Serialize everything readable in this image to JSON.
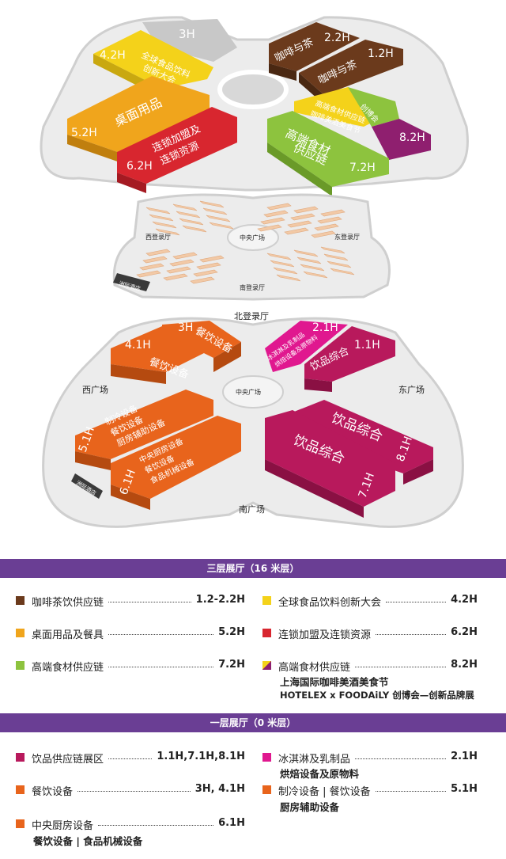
{
  "colors": {
    "coffee": "#6b3a1c",
    "yellow": "#f4d21a",
    "orange": "#f0a51c",
    "red": "#d8262f",
    "green": "#8dc33e",
    "purple": "#8f1f6f",
    "magenta": "#e0188f",
    "crimson": "#b8195c",
    "dorange": "#e8641c",
    "gray": "#bdbdbd",
    "bar": "#6a3e94"
  },
  "upper": {
    "h3": "3H",
    "h42": {
      "code": "4.2H",
      "name1": "全球食品饮料",
      "name2": "创新大会"
    },
    "h22": {
      "code": "2.2H",
      "name": "咖啡与茶"
    },
    "h12": {
      "code": "1.2H",
      "name": "咖啡与茶"
    },
    "h52": {
      "code": "5.2H",
      "name": "桌面用品"
    },
    "h62": {
      "code": "6.2H",
      "name1": "连锁加盟及",
      "name2": "连锁资源"
    },
    "h72": {
      "code": "7.2H",
      "name1": "高端食材",
      "name2": "供应链"
    },
    "h82": {
      "code": "8.2H",
      "name1": "高端食材供应链",
      "name2": "咖啡美酒美食节",
      "name3": "创博会"
    }
  },
  "middle": {
    "center": "中央广场",
    "west": "西登录厅",
    "east": "东登录厅",
    "south": "南登录厅",
    "hotel": "洲际酒店"
  },
  "lower": {
    "north": "北登录厅",
    "west": "西广场",
    "east": "东广场",
    "center": "中央广场",
    "south": "南广场",
    "hotel": "洲际酒店",
    "h3": {
      "code": "3H",
      "name": "餐饮设备"
    },
    "h41": {
      "code": "4.1H",
      "name": "餐饮设备"
    },
    "h21": {
      "code": "2.1H",
      "name1": "冰淇淋及乳制品",
      "name2": "烘焙设备及原物料"
    },
    "h11": {
      "code": "1.1H",
      "name": "饮品综合"
    },
    "h51": {
      "code": "5.1H",
      "name1": "制冷设备",
      "name2": "餐饮设备",
      "name3": "厨房辅助设备"
    },
    "h61": {
      "code": "6.1H",
      "name1": "中央厨房设备",
      "name2": "餐饮设备",
      "name3": "食品机械设备"
    },
    "h81": {
      "code": "8.1H",
      "name": "饮品综合"
    },
    "h71": {
      "code": "7.1H",
      "name": "饮品综合"
    }
  },
  "legend3": {
    "title": "三层展厅（16 米层）",
    "items": [
      {
        "name": "咖啡茶饮供应链",
        "value": "1.2-2.2H"
      },
      {
        "name": "全球食品饮料创新大会",
        "value": "4.2H"
      },
      {
        "name": "桌面用品及餐具",
        "value": "5.2H"
      },
      {
        "name": "连锁加盟及连锁资源",
        "value": "6.2H"
      },
      {
        "name": "高端食材供应链",
        "value": "7.2H"
      },
      {
        "name": "高端食材供应链",
        "value": "8.2H",
        "sub1": "上海国际咖啡美酒美食节",
        "sub2": "HOTELEX x FOODAiLY 创博会—创新品牌展"
      }
    ]
  },
  "legend1": {
    "title": "一层展厅（0 米层）",
    "items": [
      {
        "name": "饮品供应链展区",
        "value": "1.1H,7.1H,8.1H"
      },
      {
        "name": "冰淇淋及乳制品",
        "value": "2.1H",
        "sub1": "烘焙设备及原物料"
      },
      {
        "name": "餐饮设备",
        "value": "3H, 4.1H"
      },
      {
        "name": "制冷设备 | 餐饮设备",
        "value": "5.1H",
        "sub1": "厨房辅助设备"
      },
      {
        "name": "中央厨房设备",
        "value": "6.1H",
        "sub1": "餐饮设备 | 食品机械设备"
      }
    ]
  }
}
